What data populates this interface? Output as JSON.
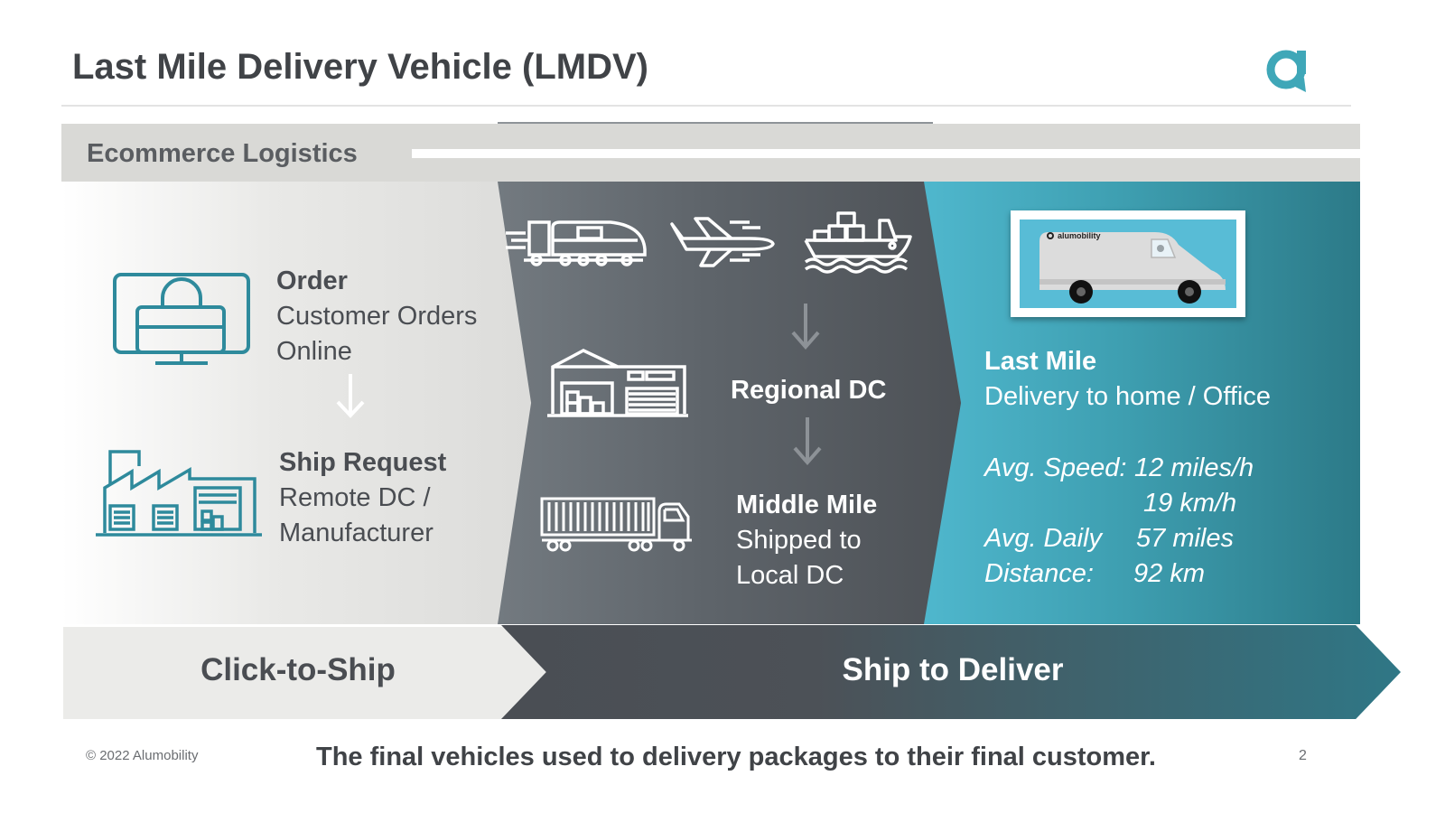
{
  "title": "Last Mile Delivery Vehicle (LMDV)",
  "logo": {
    "name": "alumobility-logo",
    "color": "#3fa7b8"
  },
  "band": {
    "label": "Ecommerce Logistics"
  },
  "left_panel": {
    "order_title": "Order",
    "order_line1": "Customer Orders",
    "order_line2": "Online",
    "ship_title": "Ship Request",
    "ship_line1": "Remote DC /",
    "ship_line2": "Manufacturer"
  },
  "middle_panel": {
    "regional_dc": "Regional DC",
    "middle_title": "Middle Mile",
    "middle_line1": "Shipped to",
    "middle_line2": "Local DC"
  },
  "right_panel": {
    "van_brand": "alumobility",
    "last_title": "Last Mile",
    "last_line1": "Delivery to home / Office",
    "speed_label": "Avg. Speed:",
    "speed_mph": "12 miles/h",
    "speed_kmh": "19 km/h",
    "daily_label": "Avg. Daily",
    "daily_miles": "57 miles",
    "distance_label": "Distance:",
    "daily_km": "92 km"
  },
  "bottom": {
    "left_label": "Click-to-Ship",
    "right_label": "Ship to Deliver"
  },
  "footer": {
    "copyright": "© 2022 Alumobility",
    "caption": "The final vehicles used to delivery packages to their final customer.",
    "page": "2"
  },
  "colors": {
    "teal": "#2e8a9c",
    "accent": "#3fa7b8",
    "dark_gray": "#5e646a",
    "band_gray": "#d9d9d6"
  },
  "icons": [
    "monitor-bag-icon",
    "factory-icon",
    "train-icon",
    "airplane-icon",
    "ship-icon",
    "warehouse-icon",
    "truck-icon",
    "van-icon",
    "arrow-down-icon"
  ]
}
